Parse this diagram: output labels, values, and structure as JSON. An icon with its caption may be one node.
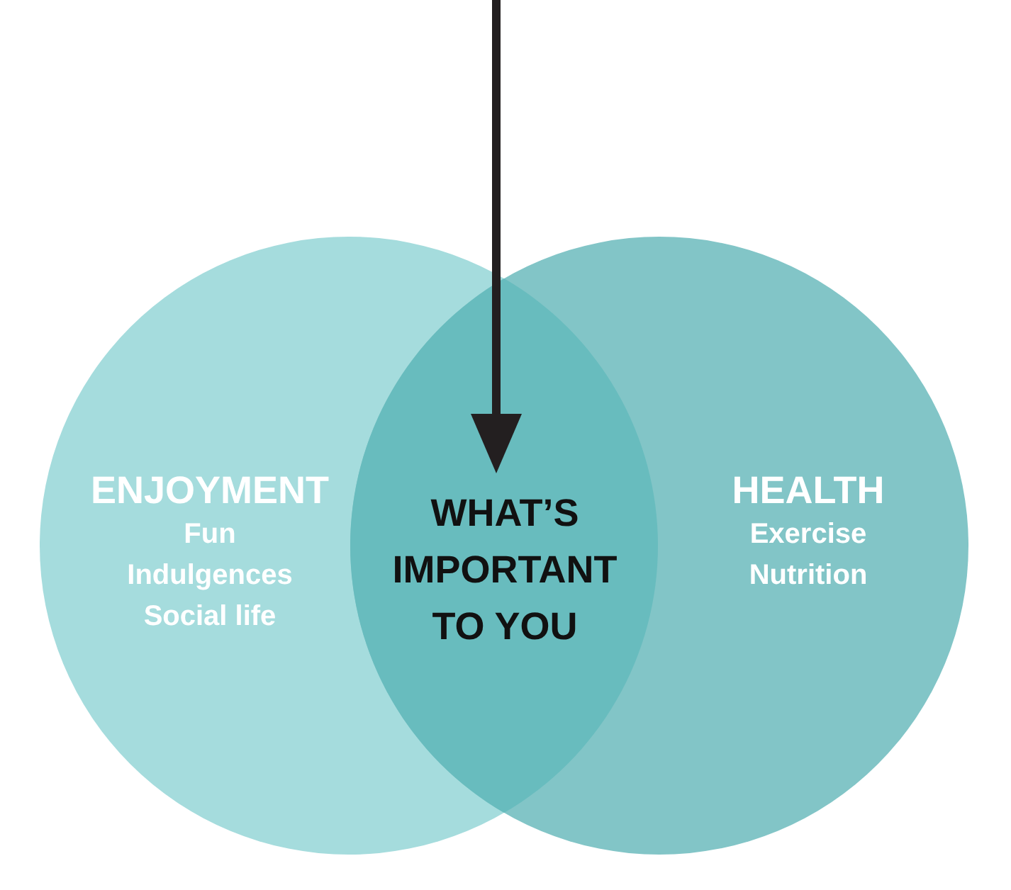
{
  "diagram": {
    "nodes": [
      {
        "text": [
          "ENJOYMENT",
          "Fun",
          "Indulgences",
          "Social life"
        ]
      },
      {
        "text": [
          "HEALTH",
          "Exercise",
          "Nutrition"
        ]
      },
      {
        "text": [
          "WHAT’S IMPORTANT TO YOU"
        ]
      }
    ],
    "edges": [
      {
        "from": null,
        "to": 2,
        "arrow": "to"
      }
    ]
  }
}
